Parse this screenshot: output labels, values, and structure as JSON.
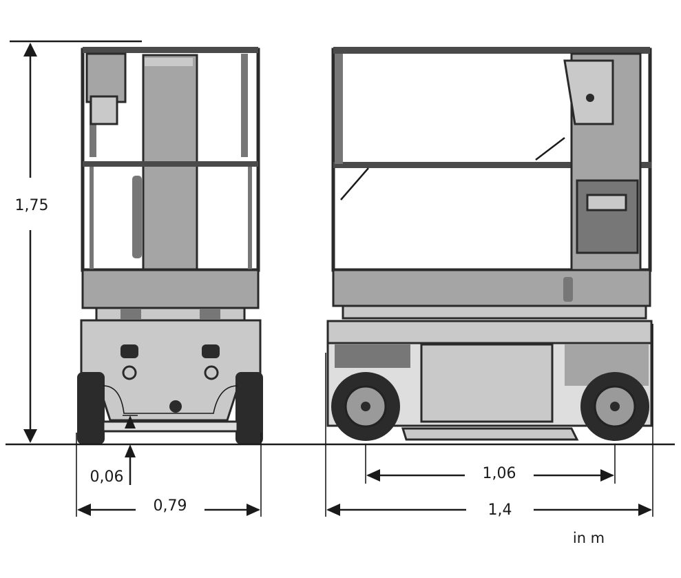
{
  "dimensions": {
    "height": "1,75",
    "ground_clearance": "0,06",
    "front_width": "0,79",
    "wheelbase": "1,06",
    "length": "1,4"
  },
  "unit_note": "in m",
  "colors": {
    "line": "#1a1a1a",
    "machine_dark": "#4a4a4a",
    "machine_mid": "#a5a5a5",
    "machine_light": "#c9c9c9"
  }
}
